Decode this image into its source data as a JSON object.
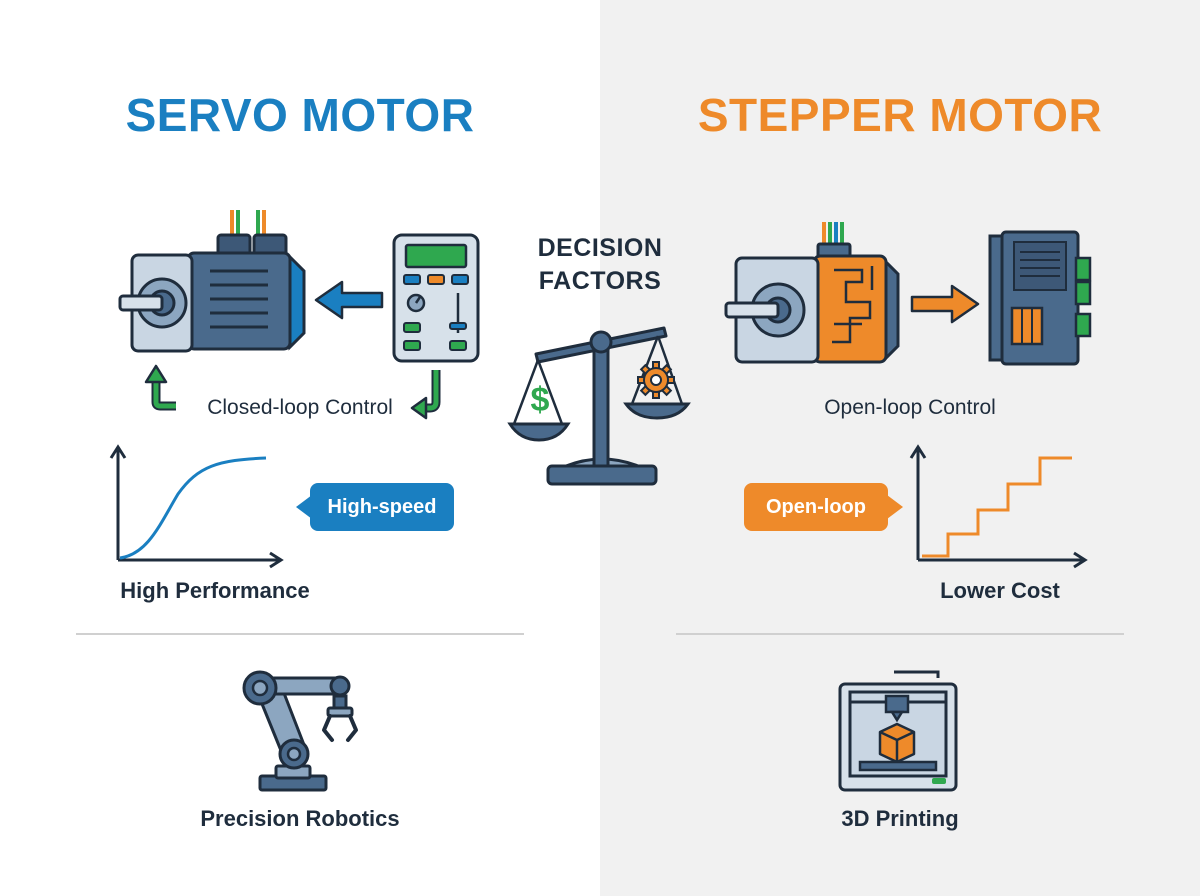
{
  "colors": {
    "servo_blue": "#1a7fc1",
    "stepper_orange": "#ee8a2a",
    "navy": "#1f2d3d",
    "steel": "#4a6a8c",
    "green": "#2fa84f",
    "light_bg": "#f1f1f1"
  },
  "servo": {
    "title": "SERVO MOTOR",
    "control_label": "Closed-loop Control",
    "bubble": "High-speed",
    "performance_label": "High Performance",
    "application_label": "Precision Robotics",
    "icons": [
      "servo-motor-icon",
      "controller-icon",
      "arrow-left-icon",
      "feedback-arrow-icon",
      "s-curve-graph-icon",
      "robot-arm-icon"
    ]
  },
  "center": {
    "heading_line1": "DECISION",
    "heading_line2": "FACTORS",
    "icons": [
      "balance-scale-icon",
      "dollar-icon",
      "gear-icon"
    ]
  },
  "stepper": {
    "title": "STEPPER MOTOR",
    "control_label": "Open-loop Control",
    "bubble": "Open-loop",
    "performance_label": "Lower Cost",
    "application_label": "3D Printing",
    "icons": [
      "stepper-motor-icon",
      "driver-board-icon",
      "arrow-right-icon",
      "step-graph-icon",
      "3d-printer-icon"
    ]
  }
}
